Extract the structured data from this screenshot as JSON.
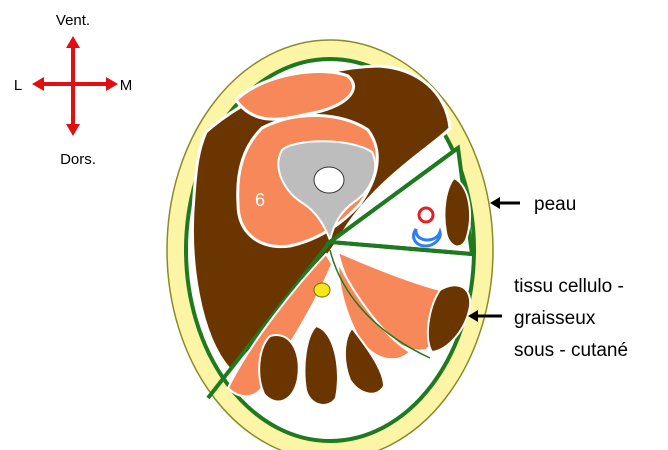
{
  "orientation": {
    "ventral": "Vent.",
    "lateral": "L",
    "medial": "M",
    "dorsal": "Dors."
  },
  "labels": {
    "muscle_number": "6",
    "skin": "peau",
    "subcutaneous_line1": "tissu cellulo -",
    "subcutaneous_line2": "graisseux",
    "subcutaneous_line3": "sous - cutané"
  },
  "colors": {
    "skin_fat": "#fdf5a6",
    "fascia": "#1f7a1f",
    "dark_muscle": "#6b3500",
    "light_muscle": "#f7885a",
    "bone": "#bdbdbd",
    "artery": "#e32020",
    "vein": "#2f7df5",
    "nerve": "#f5e61a",
    "compass_arrow": "#e01010"
  }
}
